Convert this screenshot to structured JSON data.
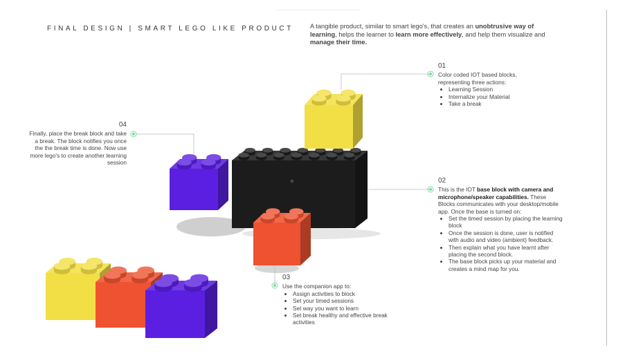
{
  "title": "FINAL DESIGN  |  SMART LEGO LIKE PRODUCT",
  "intro": {
    "p1": "A tangible product, similar to smart lego's, that creates an ",
    "b1": "unobtrusive way of learning",
    "p2": ", helps the learner to ",
    "b2": "learn more effectively",
    "p3": ", and help them visualize and ",
    "b3": "manage their time."
  },
  "notes": {
    "n01": {
      "num": "01",
      "text": "Color coded IOT based blocks, representing three actions:",
      "items": [
        "Learning Session",
        "Internalize your Material",
        "Take a break"
      ]
    },
    "n02": {
      "num": "02",
      "p1": "This is the IOT ",
      "b1": "base block with camera and microphone/speaker capabilities.",
      "p2": " These Blocks communicates with your desktop/mobile app. Once the base is turned on:",
      "items": [
        "Set the timed session by placing the learning block",
        "Once the session is done, user is notified with audio and video (ambient) feedback.",
        "Then explain what you have learnt after placing the second block.",
        "The base block picks up your material and creates a mind map for you."
      ]
    },
    "n03": {
      "num": "03",
      "text": "Use the companion app to:",
      "items": [
        "Assign activities to block",
        "Set your timed sessions",
        "Set way you want to learn",
        "Set break healthy and effective break activities"
      ]
    },
    "n04": {
      "num": "04",
      "text": "Finally, place the break block and take a break. The block notifies you once the the break time is done. Now use more lego's to create another learning session"
    }
  },
  "colors": {
    "yellow": "#f2df45",
    "red": "#ee5230",
    "purple": "#5a1fe0",
    "black": "#1c1c1c",
    "accent": "#7ed99a"
  }
}
